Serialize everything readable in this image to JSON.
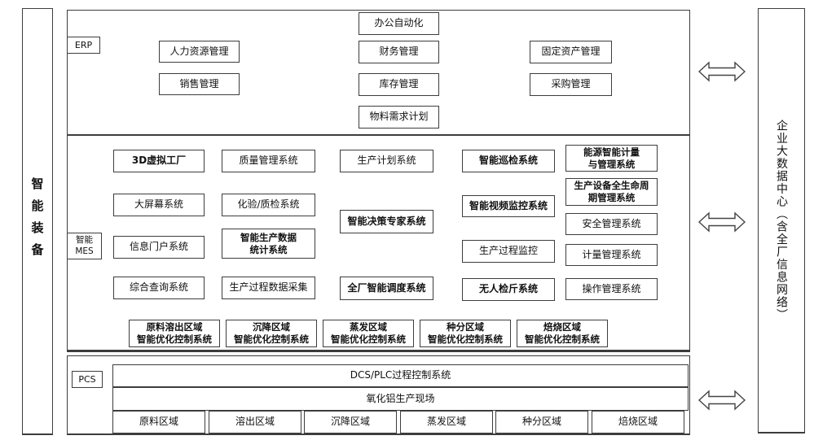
{
  "page": {
    "background": "#ffffff",
    "line_color": "#3d3d3d"
  },
  "left_panel": {
    "label": "智能装备"
  },
  "right_panel": {
    "label": "企业大数据中心（含全厂信息网络）"
  },
  "erp": {
    "label": "ERP",
    "hr": "人力资源管理",
    "sales": "销售管理",
    "office_automation": "办公自动化",
    "finance": "财务管理",
    "inventory": "库存管理",
    "material_requirements": "物料需求计划",
    "fixed_assets": "固定资产管理",
    "procurement": "采购管理"
  },
  "mes": {
    "label_cn": "智能",
    "label_en": "MES",
    "virtual_factory": "3D虚拟工厂",
    "big_screen": "大屏幕系统",
    "info_portal": "信息门户系统",
    "integrated_query": "综合查询系统",
    "quality_mgmt": "质量管理系统",
    "lab_qc": "化验/质检系统",
    "production_data_stats": "智能生产数据\n统计系统",
    "process_data_acquisition": "生产过程数据采集",
    "production_planning": "生产计划系统",
    "decision_expert": "智能决策专家系统",
    "plant_dispatch": "全厂智能调度系统",
    "smart_patrol": "智能巡检系统",
    "video_surveillance": "智能视频监控系统",
    "process_monitoring": "生产过程监控",
    "unmanned_weighing": "无人检斤系统",
    "energy_metering": "能源智能计量\n与管理系统",
    "equipment_lifecycle": "生产设备全生命周\n期管理系统",
    "safety_mgmt": "安全管理系统",
    "metering_mgmt": "计量管理系统",
    "operation_mgmt": "操作管理系统",
    "optim_raw_dissolution": "原料溶出区域\n智能优化控制系统",
    "optim_settling": "沉降区域\n智能优化控制系统",
    "optim_evaporation": "蒸发区域\n智能优化控制系统",
    "optim_seed_precipitation": "种分区域\n智能优化控制系统",
    "optim_roasting": "焙烧区域\n智能优化控制系统"
  },
  "pcs": {
    "label": "PCS",
    "dcs_plc": "DCS/PLC过程控制系统",
    "production_site": "氧化铝生产现场",
    "regions": [
      "原料区域",
      "溶出区域",
      "沉降区域",
      "蒸发区域",
      "种分区域",
      "焙烧区域"
    ]
  }
}
